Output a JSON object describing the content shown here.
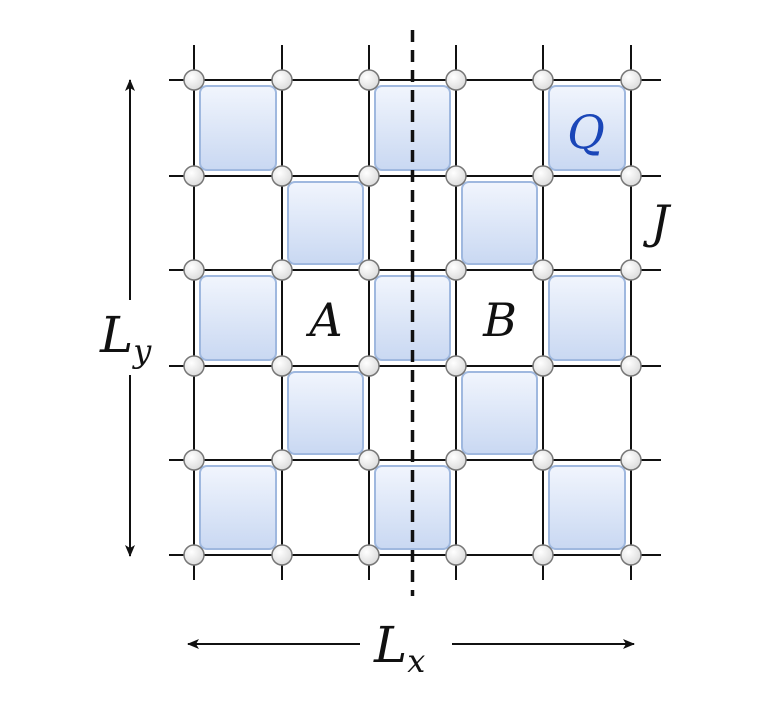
{
  "labels": {
    "region_a": "A",
    "region_b": "B",
    "coupling_q": "Q",
    "coupling_j": "J",
    "width_main": "L",
    "width_sub": "x",
    "height_main": "L",
    "height_sub": "y"
  },
  "colors": {
    "plaquette_fill_top": "#f1f5fd",
    "plaquette_fill_bottom": "#c9d8f2",
    "plaquette_stroke": "#9fb8df",
    "node_fill": "#d8d8d8",
    "node_stroke": "#777777",
    "q_label": "#1a46b8",
    "text": "#111111",
    "lines": "#111111"
  },
  "lattice": {
    "rows": 6,
    "cols": 6,
    "plaquettes": [
      {
        "row": 0,
        "col": 0
      },
      {
        "row": 0,
        "col": 2
      },
      {
        "row": 0,
        "col": 4
      },
      {
        "row": 1,
        "col": 1
      },
      {
        "row": 1,
        "col": 3
      },
      {
        "row": 2,
        "col": 0
      },
      {
        "row": 2,
        "col": 2
      },
      {
        "row": 2,
        "col": 4
      },
      {
        "row": 3,
        "col": 1
      },
      {
        "row": 3,
        "col": 3
      },
      {
        "row": 4,
        "col": 0
      },
      {
        "row": 4,
        "col": 2
      },
      {
        "row": 4,
        "col": 4
      }
    ]
  },
  "cut": {
    "style": "dashed",
    "between_cols": [
      2,
      3
    ]
  }
}
